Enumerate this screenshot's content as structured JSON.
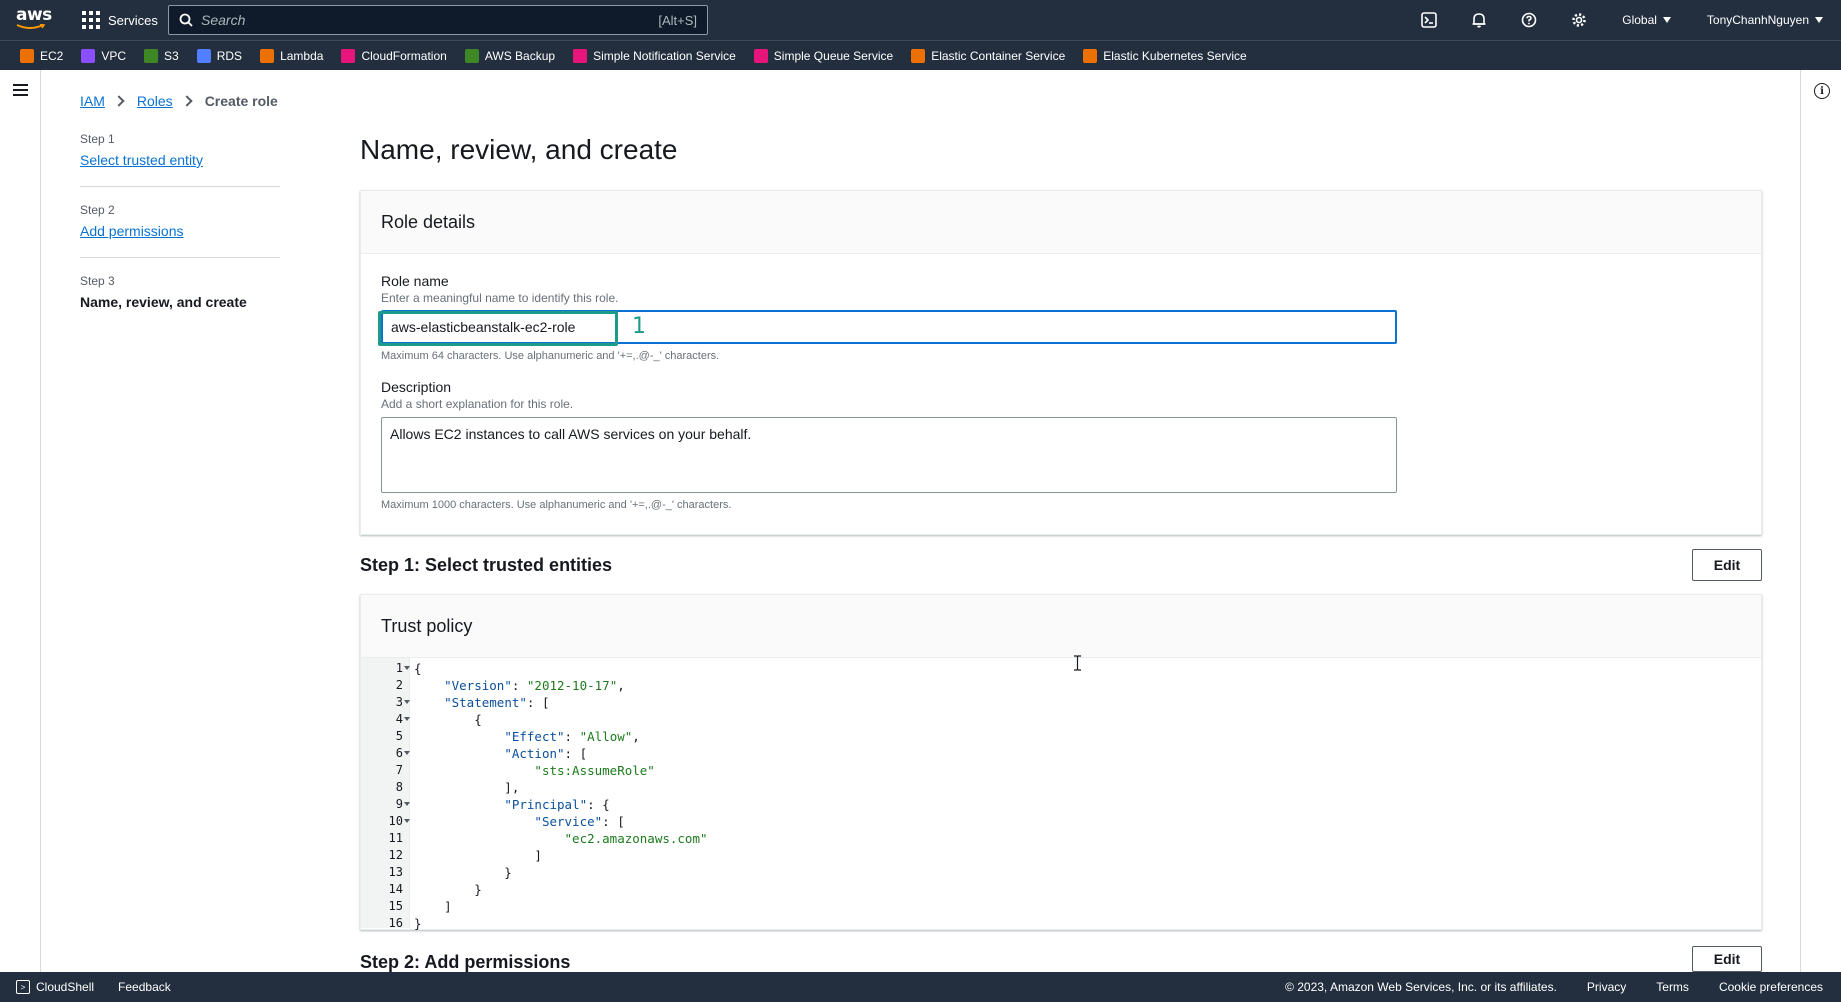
{
  "topnav": {
    "logo": "aws",
    "services_label": "Services",
    "search_placeholder": "Search",
    "search_shortcut": "[Alt+S]",
    "region": "Global",
    "user": "TonyChanhNguyen"
  },
  "favorites": [
    {
      "label": "EC2",
      "color": "#ed7100",
      "abbr": ""
    },
    {
      "label": "VPC",
      "color": "#8c4fff",
      "abbr": ""
    },
    {
      "label": "S3",
      "color": "#3f8624",
      "abbr": ""
    },
    {
      "label": "RDS",
      "color": "#527fff",
      "abbr": ""
    },
    {
      "label": "Lambda",
      "color": "#ed7100",
      "abbr": ""
    },
    {
      "label": "CloudFormation",
      "color": "#e7157b",
      "abbr": ""
    },
    {
      "label": "AWS Backup",
      "color": "#3f8624",
      "abbr": ""
    },
    {
      "label": "Simple Notification Service",
      "color": "#e7157b",
      "abbr": ""
    },
    {
      "label": "Simple Queue Service",
      "color": "#e7157b",
      "abbr": ""
    },
    {
      "label": "Elastic Container Service",
      "color": "#ed7100",
      "abbr": ""
    },
    {
      "label": "Elastic Kubernetes Service",
      "color": "#ed7100",
      "abbr": ""
    }
  ],
  "breadcrumb": {
    "iam": "IAM",
    "roles": "Roles",
    "current": "Create role"
  },
  "steps": [
    {
      "label": "Step 1",
      "title": "Select trusted entity"
    },
    {
      "label": "Step 2",
      "title": "Add permissions"
    },
    {
      "label": "Step 3",
      "title": "Name, review, and create"
    }
  ],
  "page_title": "Name, review, and create",
  "role_details": {
    "header": "Role details",
    "name_label": "Role name",
    "name_desc": "Enter a meaningful name to identify this role.",
    "name_value": "aws-elasticbeanstalk-ec2-role",
    "name_constraint": "Maximum 64 characters. Use alphanumeric and '+=,.@-_' characters.",
    "annotation_number": "1",
    "description_label": "Description",
    "description_desc": "Add a short explanation for this role.",
    "description_value": "Allows EC2 instances to call AWS services on your behalf.",
    "description_constraint": "Maximum 1000 characters. Use alphanumeric and '+=,.@-_' characters."
  },
  "step1_section": {
    "title": "Step 1: Select trusted entities",
    "edit_label": "Edit",
    "panel_header": "Trust policy"
  },
  "trust_policy_lines": [
    "{",
    "    \"Version\": \"2012-10-17\",",
    "    \"Statement\": [",
    "        {",
    "            \"Effect\": \"Allow\",",
    "            \"Action\": [",
    "                \"sts:AssumeRole\"",
    "            ],",
    "            \"Principal\": {",
    "                \"Service\": [",
    "                    \"ec2.amazonaws.com\"",
    "                ]",
    "            }",
    "        }",
    "    ]",
    "}"
  ],
  "step2_section": {
    "title": "Step 2: Add permissions",
    "edit_label": "Edit"
  },
  "footer": {
    "cloudshell": "CloudShell",
    "feedback": "Feedback",
    "copyright": "© 2023, Amazon Web Services, Inc. or its affiliates.",
    "privacy": "Privacy",
    "terms": "Terms",
    "cookies": "Cookie preferences"
  }
}
